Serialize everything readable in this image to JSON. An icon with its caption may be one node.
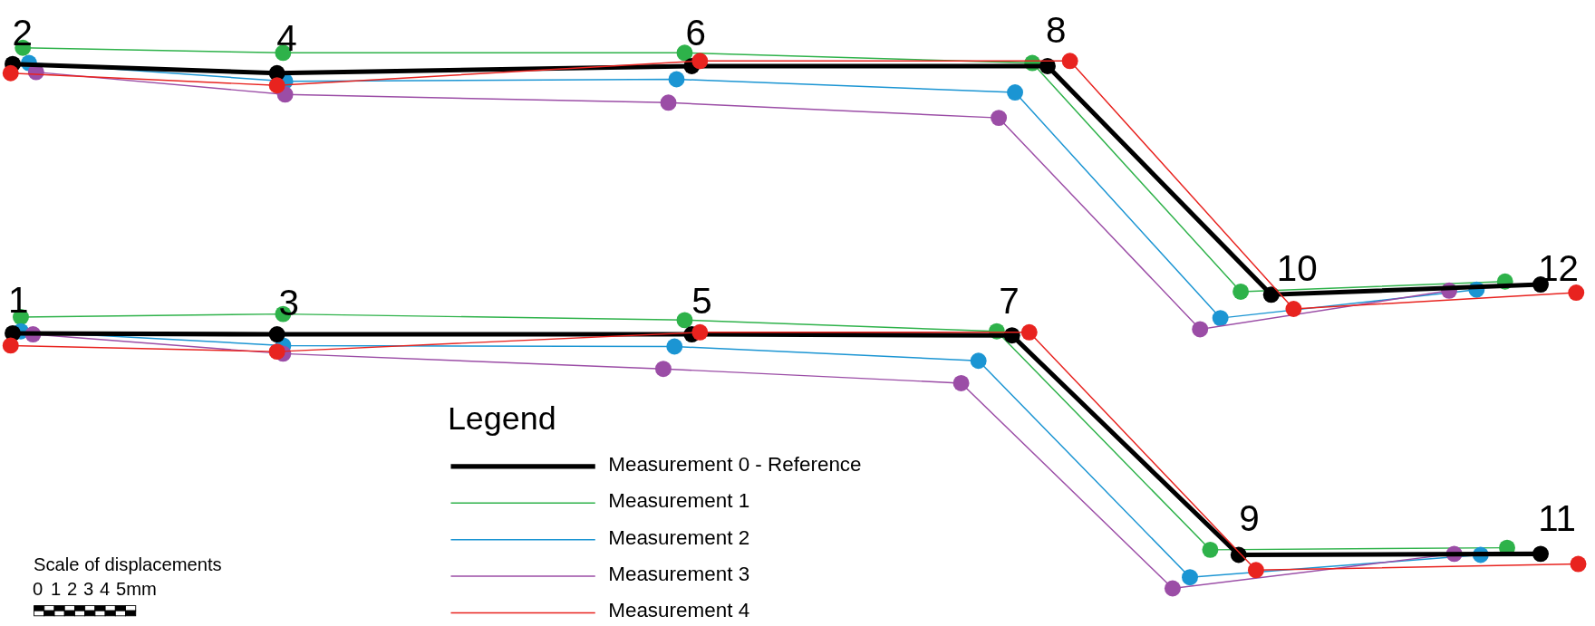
{
  "diagram": {
    "labels": [
      "2",
      "4",
      "6",
      "8",
      "10",
      "12",
      "1",
      "3",
      "5",
      "7",
      "9",
      "11",
      "Legend",
      "Scale of displacements",
      "0",
      "1",
      "2",
      "3",
      "4",
      "5mm"
    ],
    "legend": [
      {
        "text": "Measurement  0 - Reference"
      },
      {
        "text": "Measurement  1"
      },
      {
        "text": "Measurement  2"
      },
      {
        "text": "Measurement  3"
      },
      {
        "text": "Measurement  4"
      }
    ]
  }
}
